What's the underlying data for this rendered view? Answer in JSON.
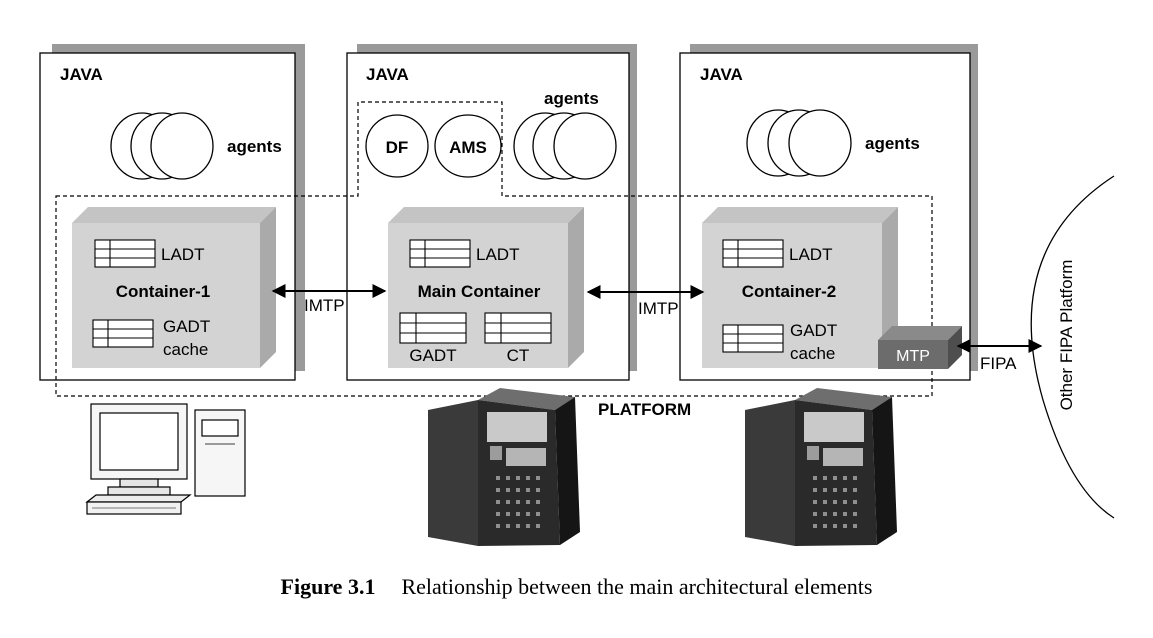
{
  "diagram": {
    "platform_label": "PLATFORM",
    "hosts": [
      {
        "java_label": "JAVA",
        "agents_label": "agents",
        "container_name": "Container-1",
        "ladt_label": "LADT",
        "gadt_cache_label": [
          "GADT",
          "cache"
        ]
      },
      {
        "java_label": "JAVA",
        "agents_label": "agents",
        "container_name": "Main Container",
        "ladt_label": "LADT",
        "gadt_label": "GADT",
        "ct_label": "CT",
        "df_label": "DF",
        "ams_label": "AMS"
      },
      {
        "java_label": "JAVA",
        "agents_label": "agents",
        "container_name": "Container-2",
        "ladt_label": "LADT",
        "gadt_cache_label": [
          "GADT",
          "cache"
        ],
        "mtp_label": "MTP"
      }
    ],
    "links": {
      "imtp_1": "IMTP",
      "imtp_2": "IMTP",
      "fipa": "FIPA"
    },
    "other_platform_label": "Other FIPA Platform",
    "colors": {
      "container_face": "#d3d3d3",
      "container_top": "#c4c4c4",
      "container_side": "#aaaaaa",
      "java_shadow": "#9a9a9a",
      "mtp_face": "#6c6c6c",
      "tower_body": "#2a2a2a"
    }
  },
  "caption": {
    "label": "Figure 3.1",
    "text": "Relationship between the main architectural elements"
  }
}
